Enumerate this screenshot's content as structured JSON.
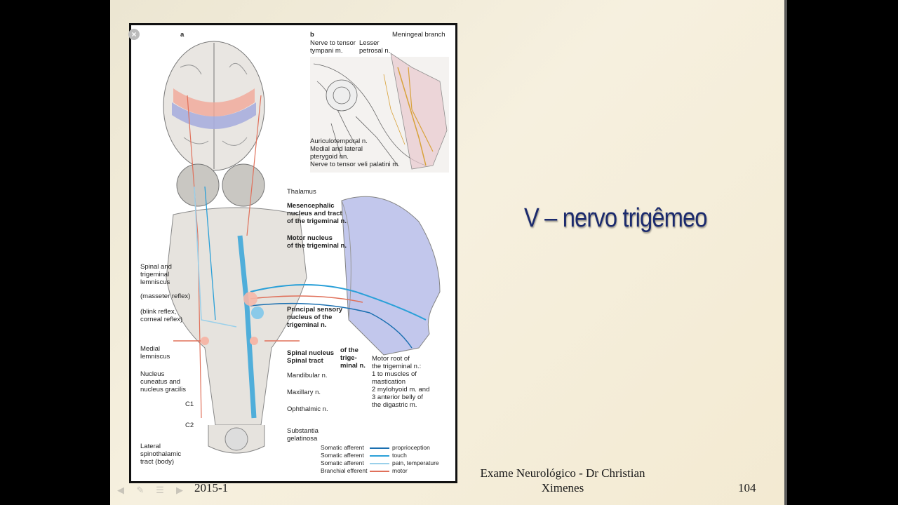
{
  "slide": {
    "title": "V – nervo trigêmeo",
    "footer_center": "Exame Neurológico - Dr Christian Ximenes",
    "footer_left": "2015-1",
    "page_number": "104"
  },
  "figure": {
    "panel_a": "a",
    "panel_b": "b",
    "labels": {
      "nerve_tensor_tympani": "Nerve to tensor\ntympani m.",
      "lesser_petrosal": "Lesser\npetrosal n.",
      "meningeal_branch": "Meningeal branch",
      "auriculotemporal": "Auriculotemporal n.",
      "pterygoid": "Medial and lateral\npterygoid nn.",
      "tensor_veli": "Nerve to tensor veli palatini m.",
      "thalamus": "Thalamus",
      "mesencephalic": "Mesencephalic\nnucleus and tract\nof the trigeminal n.",
      "motor_nucleus": "Motor nucleus\nof the trigeminal n.",
      "spinal_lemniscus": "Spinal and\ntrigeminal\nlemniscus",
      "masseter_reflex": "(masseter reflex)",
      "blink_reflex": "(blink reflex,\ncorneal reflex)",
      "principal_sensory": "Principal sensory\nnucleus of the\ntrigeminal n.",
      "medial_lemniscus": "Medial\nlemniscus",
      "spinal_nucleus": "Spinal nucleus\nSpinal tract",
      "of_the_trigeminal": "of the\ntrige-\nminal n.",
      "motor_root": "Motor root of\nthe trigeminal n.:\n1  to muscles of\n    mastication\n2  mylohyoid m. and\n3  anterior belly of\n    the digastric m.",
      "nucleus_cuneatus": "Nucleus\ncuneatus and\nnucleus gracilis",
      "mandibular": "Mandibular n.",
      "maxillary": "Maxillary n.",
      "ophthalmic": "Ophthalmic n.",
      "c1": "C1",
      "c2": "C2",
      "substantia": "Substantia\ngelatinosa",
      "lateral_spinothalamic": "Lateral\nspinothalamic\ntract (body)"
    },
    "legend": [
      {
        "left": "Somatic afferent",
        "right": "proprioception",
        "color": "#1a6fb0"
      },
      {
        "left": "Somatic afferent",
        "right": "touch",
        "color": "#2aa0d8"
      },
      {
        "left": "Somatic afferent",
        "right": "pain, temperature",
        "color": "#9ad0ea"
      },
      {
        "left": "Branchial efferent",
        "right": "motor",
        "color": "#e0705a"
      }
    ]
  },
  "colors": {
    "title": "#1b2a6d",
    "nerve_blue": "#2aa0d8",
    "motor_red": "#e0705a"
  }
}
